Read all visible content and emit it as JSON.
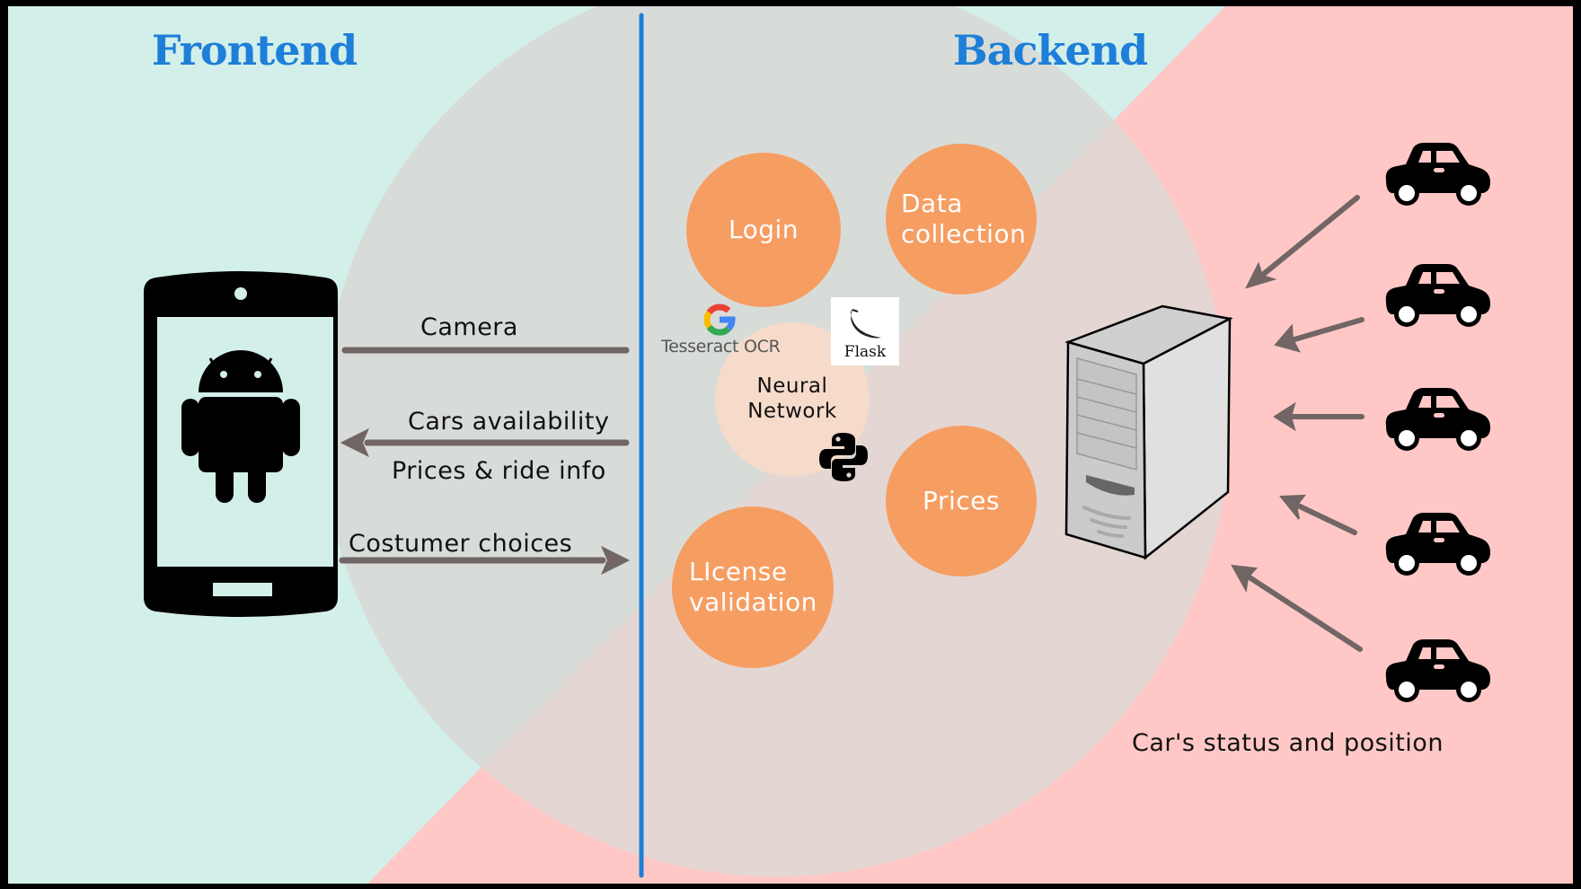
{
  "titles": {
    "frontend": "Frontend",
    "backend": "Backend"
  },
  "frontend": {
    "device_icon": "android-phone-icon",
    "arrows": [
      {
        "label": "Camera",
        "direction": "none"
      },
      {
        "label": "Cars availability",
        "sublabel": "Prices & ride info",
        "direction": "to-frontend"
      },
      {
        "label": "Costumer choices",
        "direction": "to-backend"
      }
    ]
  },
  "backend": {
    "modules": [
      {
        "id": "login",
        "label": "Login"
      },
      {
        "id": "data-collection",
        "label": "Data\ncollection"
      },
      {
        "id": "neural-network",
        "label": "Neural\nNetwork"
      },
      {
        "id": "prices",
        "label": "Prices"
      },
      {
        "id": "license-validation",
        "label": "LIcense\nvalidation"
      }
    ],
    "tech": {
      "ocr": "Tesseract OCR",
      "flask": "Flask",
      "python_icon": "python-icon",
      "google_icon": "google-g-icon"
    },
    "server_icon": "server-tower-icon"
  },
  "cars": {
    "count": 5,
    "icon": "car-icon",
    "caption": "Car's status and position"
  },
  "colors": {
    "frontend_bg": "#d3efea",
    "backend_bg": "#ffc8c6",
    "overlap_circle": "#d8dcd9",
    "module_fill": "#f69d62",
    "neural_fill": "#f6dbca",
    "divider": "#1e7fd8",
    "title": "#1e7fd8",
    "arrow": "#716565"
  }
}
